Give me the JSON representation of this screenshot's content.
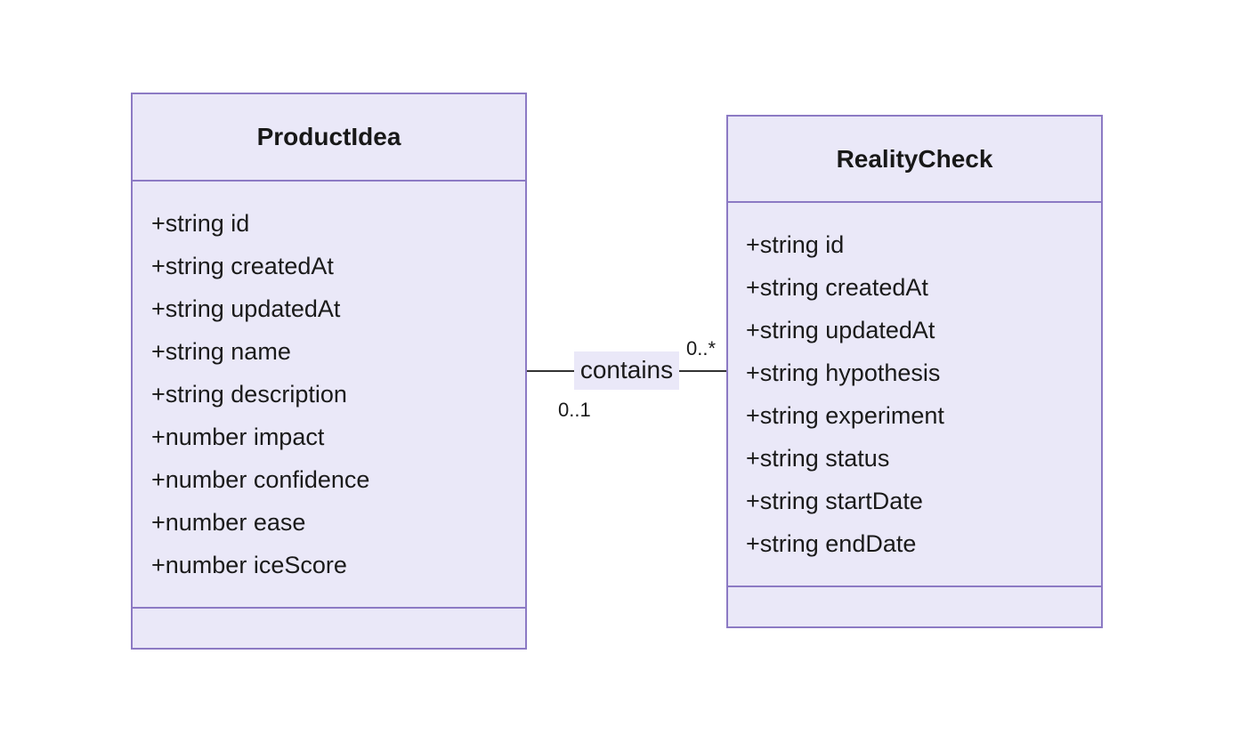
{
  "diagram": {
    "type": "uml-class-diagram",
    "colors": {
      "node_fill": "#EAE8F8",
      "node_border": "#8C7AC4",
      "relation_line": "#333333",
      "text": "#1A1A1A",
      "background": "#FFFFFF"
    },
    "classes": [
      {
        "name": "ProductIdea",
        "attributes": [
          "+string id",
          "+string createdAt",
          "+string updatedAt",
          "+string name",
          "+string description",
          "+number impact",
          "+number confidence",
          "+number ease",
          "+number iceScore"
        ],
        "methods": []
      },
      {
        "name": "RealityCheck",
        "attributes": [
          "+string id",
          "+string createdAt",
          "+string updatedAt",
          "+string hypothesis",
          "+string experiment",
          "+string status",
          "+string startDate",
          "+string endDate"
        ],
        "methods": []
      }
    ],
    "relation": {
      "label": "contains",
      "source_class": "ProductIdea",
      "target_class": "RealityCheck",
      "source_cardinality": "0..1",
      "target_cardinality": "0..*"
    }
  }
}
